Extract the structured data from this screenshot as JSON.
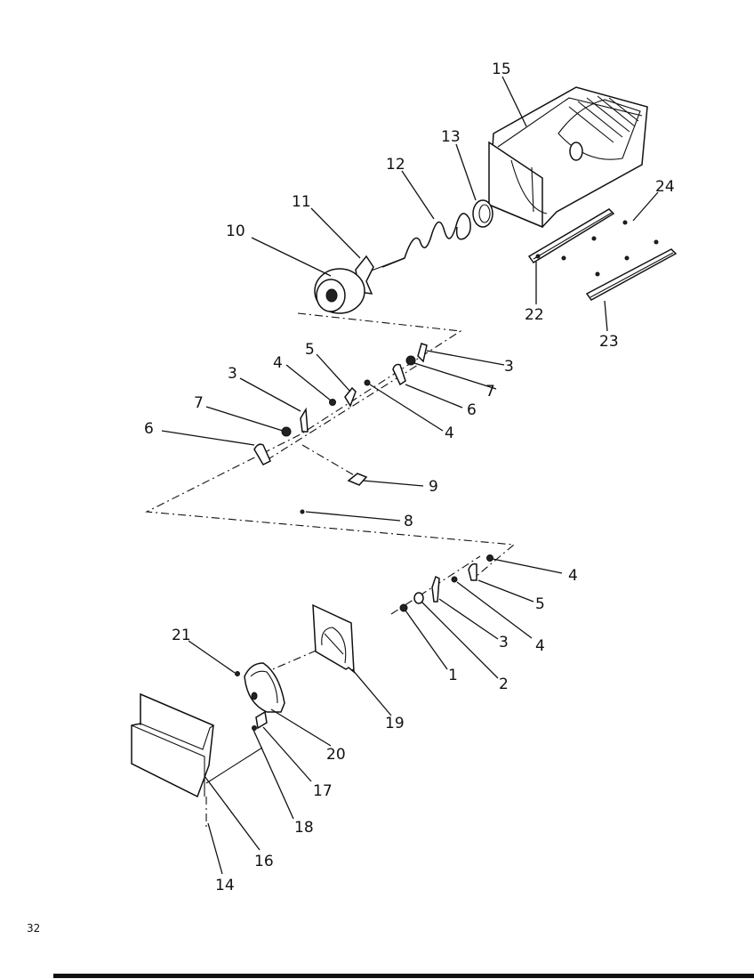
{
  "diagram": {
    "callouts": {
      "c1": "1",
      "c2": "2",
      "c3a": "3",
      "c3b": "3",
      "c3c": "3",
      "c4a": "4",
      "c4b": "4",
      "c4c": "4",
      "c4d": "4",
      "c5a": "5",
      "c5b": "5",
      "c6a": "6",
      "c6b": "6",
      "c7a": "7",
      "c7b": "7",
      "c8": "8",
      "c9": "9",
      "c10": "10",
      "c11": "11",
      "c12": "12",
      "c13": "13",
      "c14": "14",
      "c15": "15",
      "c16": "16",
      "c17": "17",
      "c18": "18",
      "c19": "19",
      "c20": "20",
      "c21": "21",
      "c22": "22",
      "c23": "23",
      "c24": "24"
    }
  },
  "page": {
    "number": "32"
  }
}
